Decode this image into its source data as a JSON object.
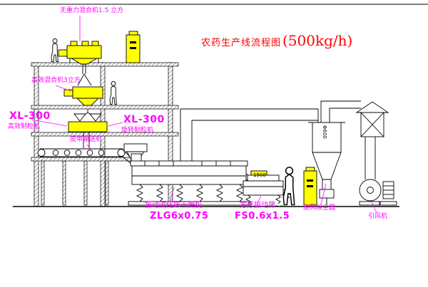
{
  "title": {
    "text": "农药生产线流程图",
    "capacity": "(500kg/h)"
  },
  "labels": {
    "gravity_mixer": "无重力混合机1.5 立方",
    "high_eff_mixer": "高效混合机3立方",
    "gran_left_model": "XL-300",
    "gran_left_name": "高效制粒机",
    "gran_mid_model": "XL-300",
    "gran_mid_name": "旋转制粒机",
    "belt": "皮带输送机",
    "dryer": "振动流化床干燥机",
    "dryer_model": "ZLG6x0.75",
    "screen": "方形振动筛",
    "screen_model": "FS0.6x1.5",
    "cyclone": "旋风除尘器",
    "fan": "引风机"
  },
  "dimensions": {
    "screen_feed": "1500",
    "cyclone_dia": "Φ600"
  },
  "colors": {
    "label": "#ff00ff",
    "title": "#ff0000",
    "equipment_fill": "#ffff00",
    "line": "#000000"
  }
}
